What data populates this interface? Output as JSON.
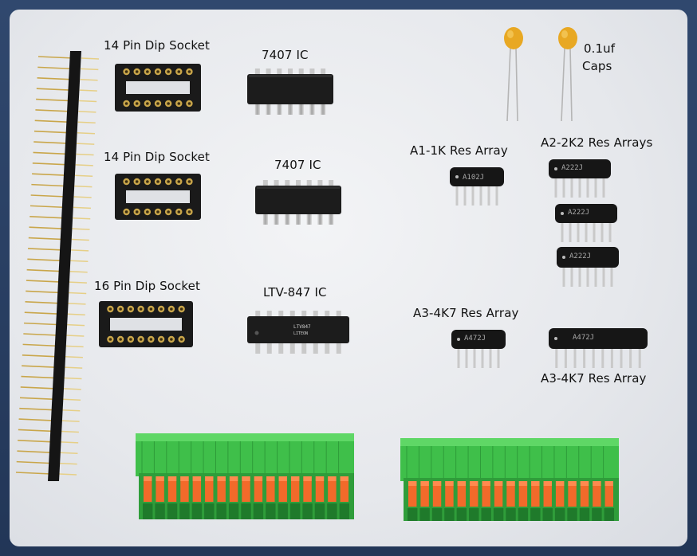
{
  "labels": {
    "socket1": "14 Pin Dip Socket",
    "socket2": "14 Pin Dip Socket",
    "socket3": "16 Pin Dip Socket",
    "ic1": "7407 IC",
    "ic2": "7407 IC",
    "ic3": "LTV-847 IC",
    "caps_line1": "0.1uf",
    "caps_line2": "Caps",
    "res_a1": "A1-1K Res Array",
    "res_a2": "A2-2K2 Res Arrays",
    "res_a3_left": "A3-4K7 Res Array",
    "res_a3_right": "A3-4K7 Res Array"
  },
  "markings": {
    "res_a1": "A102J",
    "res_a2": "A222J",
    "res_a3_small": "A472J",
    "res_a3_large": "A472J",
    "ltv_line1": "LTV847",
    "ltv_line2": "LITEON"
  },
  "colors": {
    "background_frame": "#253a5c",
    "terminal_green": "#3fbf4a",
    "terminal_orange": "#f26a2a",
    "cap_yellow": "#e8a823",
    "chip_black": "#1c1c1c"
  }
}
